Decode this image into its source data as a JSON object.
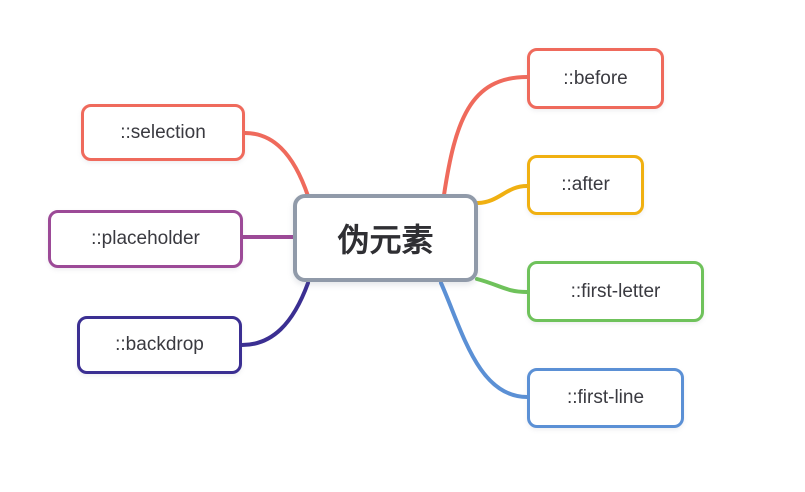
{
  "diagram": {
    "type": "mindmap",
    "background_color": "#ffffff",
    "root": {
      "label": "伪元素",
      "border_color": "#909aa9",
      "text_color": "#2f2f33"
    },
    "nodes": [
      {
        "id": "selection",
        "label": "::selection",
        "color": "#ef6a5c",
        "side": "left"
      },
      {
        "id": "placeholder",
        "label": "::placeholder",
        "color": "#9c4a97",
        "side": "left"
      },
      {
        "id": "backdrop",
        "label": "::backdrop",
        "color": "#3b2f92",
        "side": "left"
      },
      {
        "id": "before",
        "label": "::before",
        "color": "#ef6a5c",
        "side": "right"
      },
      {
        "id": "after",
        "label": "::after",
        "color": "#f0b011",
        "side": "right"
      },
      {
        "id": "first-letter",
        "label": "::first-letter",
        "color": "#6fc25b",
        "side": "right"
      },
      {
        "id": "first-line",
        "label": "::first-line",
        "color": "#5b90d5",
        "side": "right"
      }
    ]
  }
}
